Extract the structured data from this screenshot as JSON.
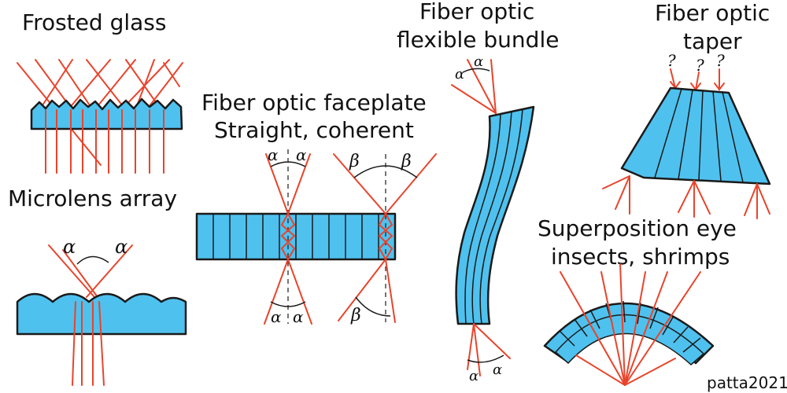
{
  "labels": {
    "frosted": "Frosted glass",
    "microlens": "Microlens array",
    "faceplate_1": "Fiber optic faceplate",
    "faceplate_2": "Straight, coherent",
    "bundle_1": "Fiber optic",
    "bundle_2": "flexible bundle",
    "taper_1": "Fiber optic",
    "taper_2": "taper",
    "superpos_1": "Superposition eye",
    "superpos_2": "insects, shrimps",
    "signature": "patta2021"
  },
  "angle_marks": {
    "alpha": "α",
    "beta": "β",
    "question": "?"
  },
  "colors": {
    "glass": "#4fc1ee",
    "ray": "#e8442c",
    "outline": "#1a1a1a"
  }
}
